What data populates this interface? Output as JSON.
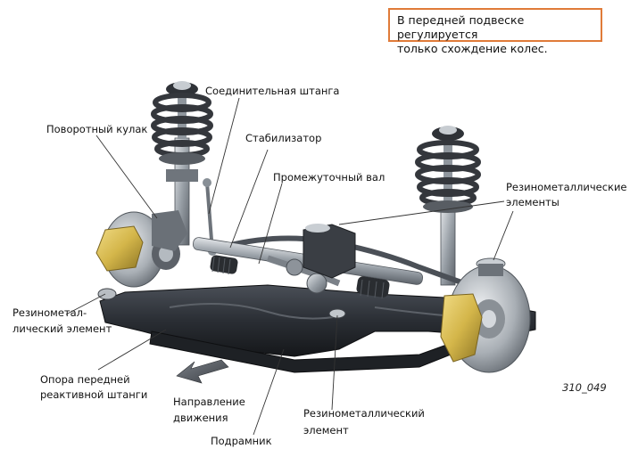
{
  "note": {
    "line1": "В передней подвеске регулируется",
    "line2": "только схождение колес."
  },
  "labels": {
    "connecting_rod": "Соединительная штанга",
    "steering_knuckle": "Поворотный кулак",
    "stabilizer": "Стабилизатор",
    "intermediate_shaft": "Промежуточный вал",
    "rubber_metal_elements_1": "Резинометаллические",
    "rubber_metal_elements_2": "элементы",
    "rubber_metal_element_left_1": "Резинометал-",
    "rubber_metal_element_left_2": "лический элемент",
    "front_strut_support_1": "Опора передней",
    "front_strut_support_2": "реактивной штанги",
    "direction_1": "Направление",
    "direction_2": "движения",
    "subframe": "Подрамник",
    "rubber_metal_element_bottom_1": "Резинометаллический",
    "rubber_metal_element_bottom_2": "элемент"
  },
  "figure_id": "310_049",
  "colors": {
    "note_border": "#e07b39",
    "frame": "#2b2f35",
    "metal": "#9aa1a8",
    "caliper": "#d4b64a",
    "spring": "#3a3d42"
  }
}
